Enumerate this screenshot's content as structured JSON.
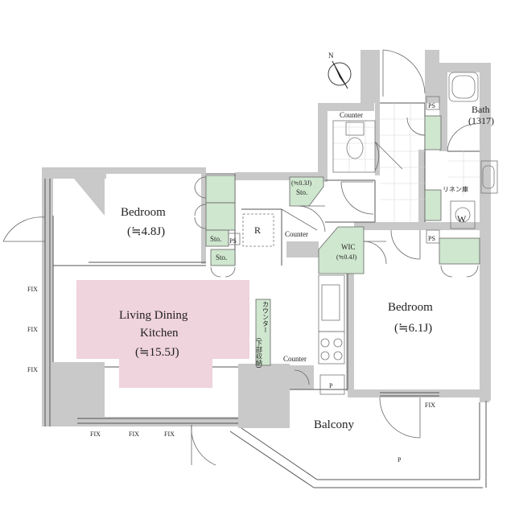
{
  "labels": {
    "north": "N",
    "bedroom_left": "Bedroom",
    "bedroom_left_size": "(≒4.8J)",
    "bedroom_right": "Bedroom",
    "bedroom_right_size": "(≒6.1J)",
    "ldk_line1": "Living Dining",
    "ldk_line2": "Kitchen",
    "ldk_size": "(≒15.5J)",
    "bath": "Bath",
    "bath_size": "(1317)",
    "balcony": "Balcony",
    "counter_toilet": "Counter",
    "counter_mid": "Counter",
    "counter_kitchen": "Counter",
    "counter_jp": "カウンター",
    "counter_jp_sub": "(下部収納)",
    "wic": "WIC",
    "wic_size": "(≒0.4J)",
    "sto_small_size": "(≒0.3J)",
    "sto_small": "Sto.",
    "sto_a": "Sto.",
    "sto_b": "Sto.",
    "ps_a": "PS",
    "ps_b": "PS",
    "ps_c": "PS",
    "r": "R",
    "w": "W",
    "p": "P",
    "p_balcony": "P",
    "linen": "リネン庫",
    "fix_1": "FIX",
    "fix_2": "FIX",
    "fix_3": "FIX",
    "fix_4": "FIX",
    "fix_5": "FIX",
    "fix_6": "FIX",
    "fix_7": "FIX"
  },
  "colors": {
    "wall": "#c9c9c9",
    "storage": "#cfe6cf",
    "ldk": "#efd3dd"
  }
}
